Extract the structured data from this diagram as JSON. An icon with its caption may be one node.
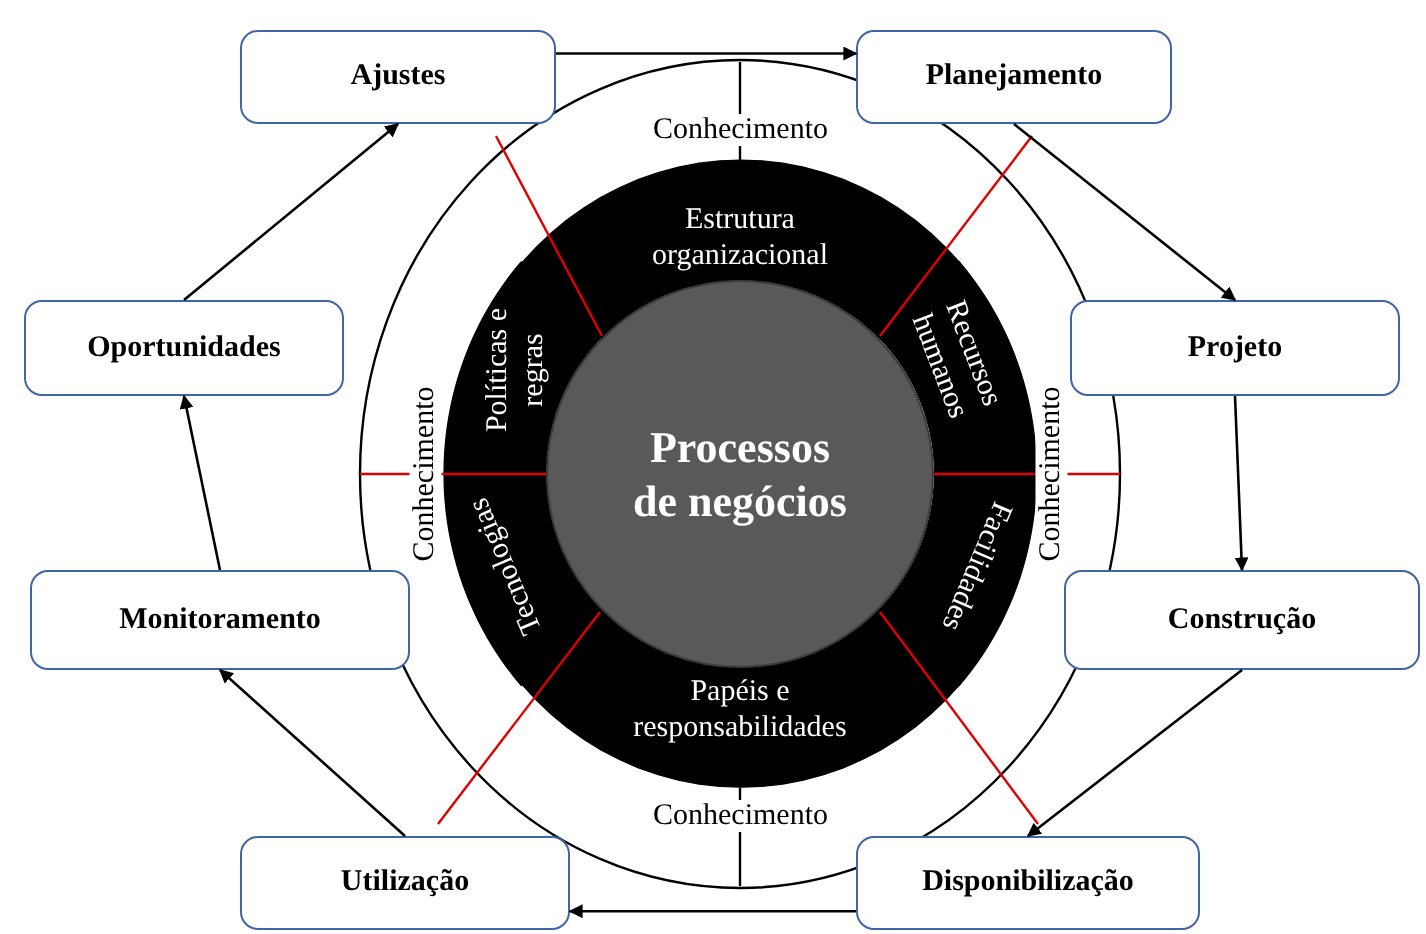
{
  "diagram": {
    "nodes": [
      {
        "text": [
          "Ajustes"
        ]
      },
      {
        "text": [
          "Planejamento"
        ]
      },
      {
        "text": [
          "Oportunidades"
        ]
      },
      {
        "text": [
          "Projeto"
        ]
      },
      {
        "text": [
          "Monitoramento"
        ]
      },
      {
        "text": [
          "Construção"
        ]
      },
      {
        "text": [
          "Utilização"
        ]
      },
      {
        "text": [
          "Disponibilização"
        ]
      },
      {
        "text": [
          "Estrutura organizacional"
        ]
      },
      {
        "text": [
          "Recursos humanos"
        ]
      },
      {
        "text": [
          "Facilidades"
        ]
      },
      {
        "text": [
          "Papéis e responsabilidades"
        ]
      },
      {
        "text": [
          "Tecnologias"
        ]
      },
      {
        "text": [
          "Políticas e regras"
        ]
      },
      {
        "text": [
          "Processos de negócios"
        ]
      }
    ],
    "edges": [
      {
        "from": 0,
        "to": 1,
        "arrow": "to"
      },
      {
        "from": 1,
        "to": 3,
        "arrow": "to"
      },
      {
        "from": 3,
        "to": 5,
        "arrow": "to"
      },
      {
        "from": 5,
        "to": 7,
        "arrow": "to"
      },
      {
        "from": 7,
        "to": 6,
        "arrow": "to"
      },
      {
        "from": 6,
        "to": 4,
        "arrow": "to"
      },
      {
        "from": 4,
        "to": 2,
        "arrow": "to"
      },
      {
        "from": 2,
        "to": 0,
        "arrow": "to"
      }
    ],
    "labels": [
      "Conhecimento",
      "Conhecimento",
      "Conhecimento",
      "Conhecimento"
    ]
  }
}
